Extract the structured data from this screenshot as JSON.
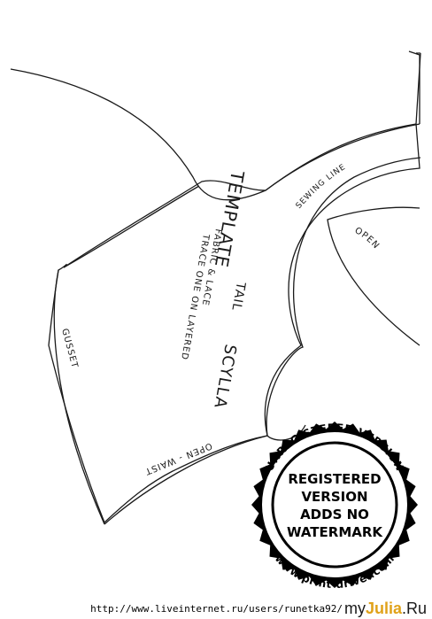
{
  "pattern": {
    "title": "TEMPLATE",
    "line1": "TRACE ONE ON LAYERED",
    "line2": "FABRIC & LACE",
    "piece_name": "TAIL",
    "character": "SCYLLA",
    "gusset_label": "GUSSET",
    "waist_label": "OPEN - WAIST",
    "sewing_line_label": "SEWING LINE",
    "open_label": "OPEN"
  },
  "watermark": {
    "ring_text": "UNREGISTERED VERSION",
    "bottom_text": "www.print-driver.com",
    "center_lines": [
      "REGISTERED",
      "VERSION",
      "ADDS NO",
      "WATERMARK"
    ]
  },
  "footer": {
    "url": "http://www.liveinternet.ru/users/runetka92/",
    "logo_a": "my",
    "logo_b": "Julia",
    "logo_c": ".Ru"
  }
}
